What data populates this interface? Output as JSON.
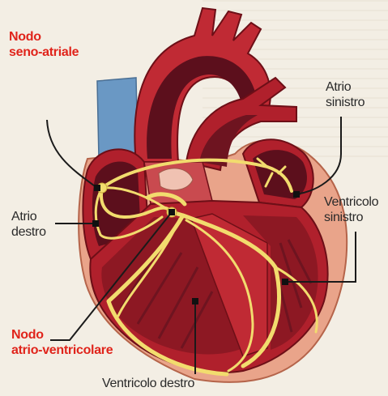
{
  "labels": {
    "sa_node": {
      "line1": "Nodo",
      "line2": "seno-atriale"
    },
    "atrio_sinistro": {
      "line1": "Atrio",
      "line2": "sinistro"
    },
    "atrio_destro": {
      "line1": "Atrio",
      "line2": "destro"
    },
    "ventricolo_sinistro": {
      "line1": "Ventricolo",
      "line2": "sinistro"
    },
    "av_node": {
      "line1": "Nodo",
      "line2": "atrio-ventricolare"
    },
    "ventricolo_destro": "Ventricolo destro"
  },
  "colors": {
    "label_highlight": "#e0241b",
    "label_text": "#2a2a2a",
    "myocardium": "#b0202c",
    "chamber_dark": "#5c0f1c",
    "conduction": "#f2dc6e",
    "pericardium": "#e9a48a",
    "vein_blue": "#6a98c4"
  }
}
